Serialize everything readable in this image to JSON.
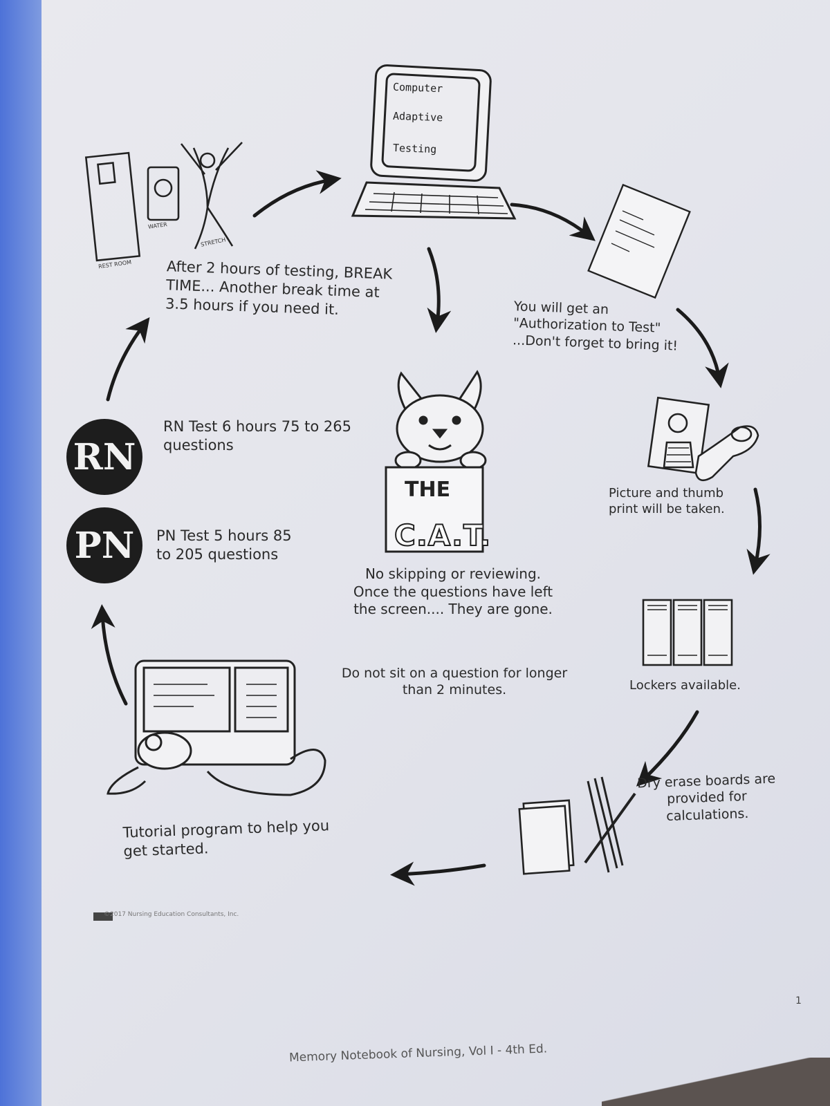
{
  "cat_screen": [
    "Computer",
    "Adaptive",
    "Testing"
  ],
  "cat_sign": {
    "the": "THE",
    "cat": "C.A.T."
  },
  "drawing_labels": {
    "rest_room": "REST ROOM",
    "water": "WATER",
    "stretch": "STRETCH"
  },
  "steps": {
    "authorization": "You will get an \"Authorization to Test\" ...Don't forget to bring it!",
    "picture": "Picture and thumb print will be taken.",
    "lockers": "Lockers available.",
    "dry_erase": "Dry erase boards are provided for calculations.",
    "tutorial": "Tutorial program to help you get started.",
    "break": "After 2 hours of testing, BREAK TIME... Another break time at 3.5 hours if you need it."
  },
  "tests": {
    "rn": {
      "badge": "RN",
      "text": "RN Test 6 hours 75 to 265 questions"
    },
    "pn": {
      "badge": "PN",
      "text": "PN Test 5 hours 85 to 205 questions"
    }
  },
  "center": {
    "no_skip": "No skipping or reviewing. Once the questions have left the screen.... They are gone.",
    "time": "Do not sit on a question for longer than 2 minutes."
  },
  "footer": {
    "copyright": "©2017 Nursing Education Consultants, Inc.",
    "page_number": "1",
    "book": "Memory Notebook of Nursing, Vol I - 4th Ed."
  }
}
